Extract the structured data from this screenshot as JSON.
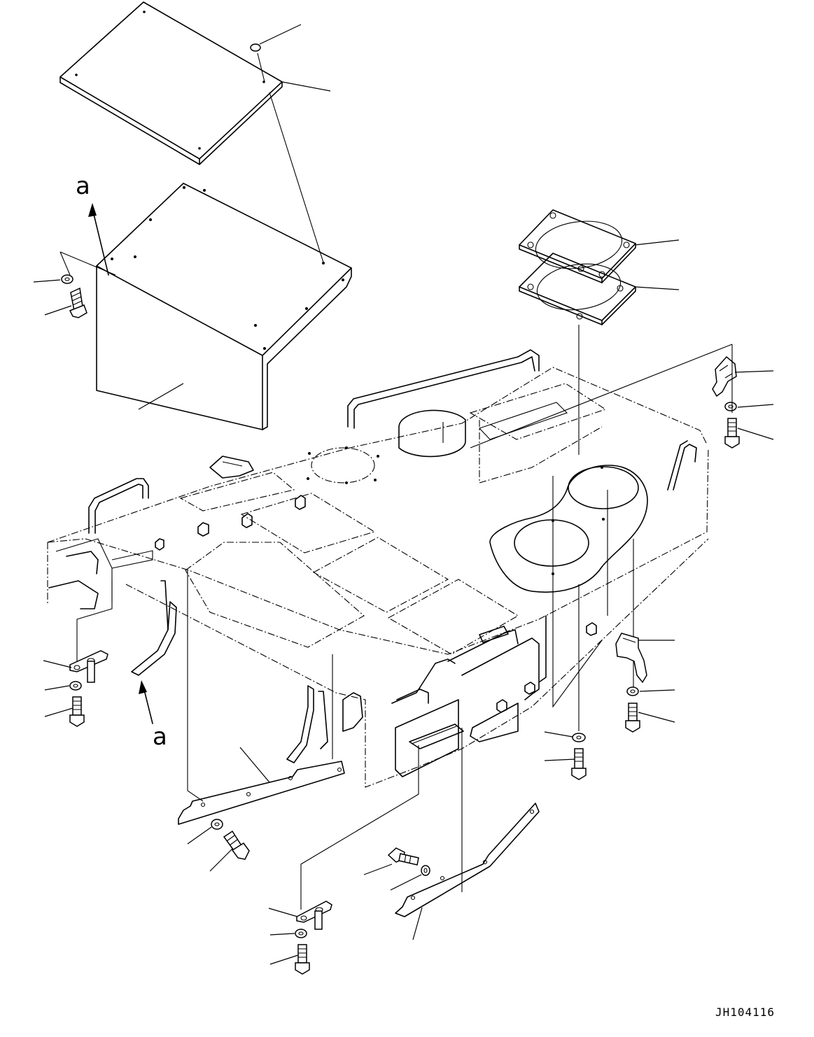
{
  "diagram": {
    "view_labels": [
      "a",
      "a"
    ],
    "drawing_code": "JH104116"
  }
}
